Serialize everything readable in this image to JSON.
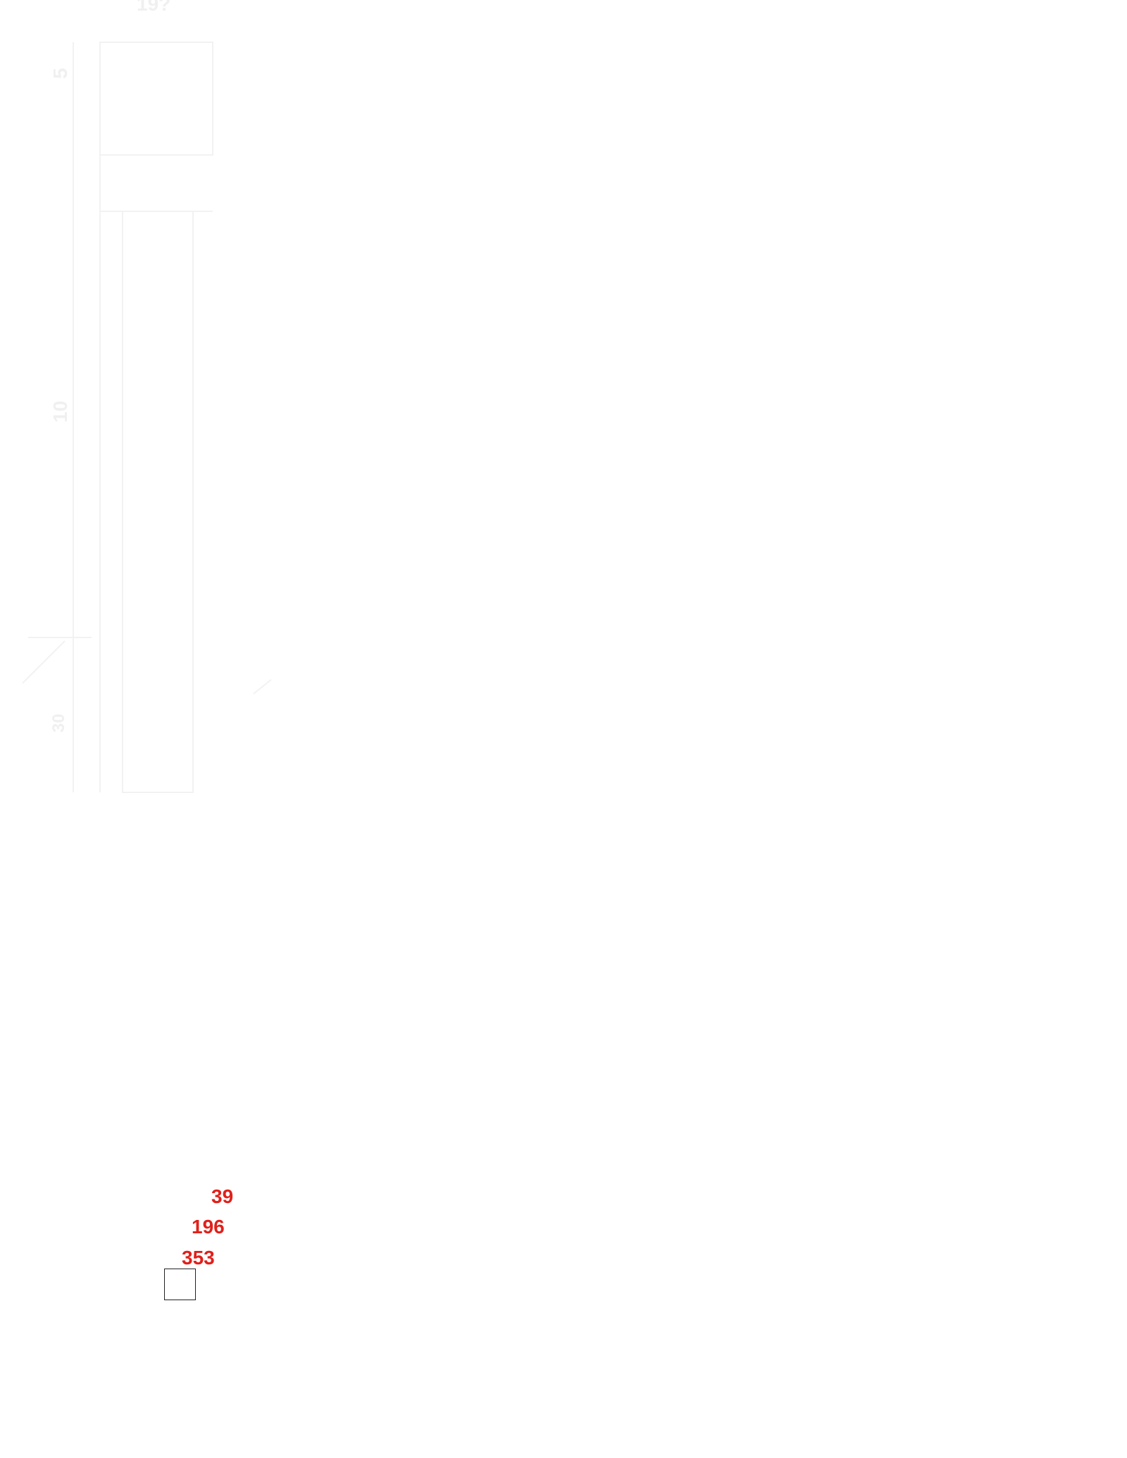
{
  "diagram": {
    "faint_labels": {
      "top": "19?",
      "side_1": "5",
      "side_2": "10",
      "side_3": "30"
    },
    "labels": {
      "first": "39",
      "second": "196",
      "third": "353"
    },
    "colors": {
      "label": "#e0201b",
      "box": "#222222",
      "faint": "#f0f0f0"
    }
  }
}
